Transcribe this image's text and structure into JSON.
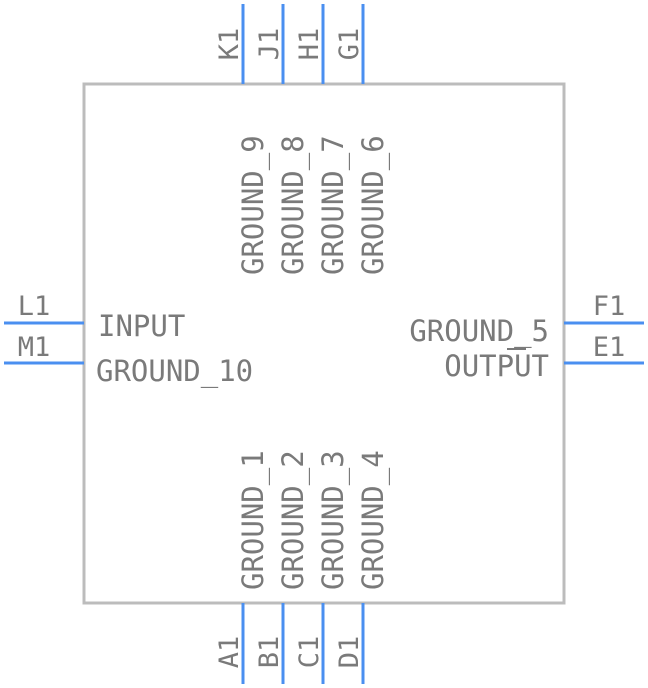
{
  "component": {
    "top_pins": [
      {
        "number": "K1",
        "name": "GROUND_9"
      },
      {
        "number": "J1",
        "name": "GROUND_8"
      },
      {
        "number": "H1",
        "name": "GROUND_7"
      },
      {
        "number": "G1",
        "name": "GROUND_6"
      }
    ],
    "bottom_pins": [
      {
        "number": "A1",
        "name": "GROUND_1"
      },
      {
        "number": "B1",
        "name": "GROUND_2"
      },
      {
        "number": "C1",
        "name": "GROUND_3"
      },
      {
        "number": "D1",
        "name": "GROUND_4"
      }
    ],
    "left_pins": [
      {
        "number": "L1",
        "name": "INPUT"
      },
      {
        "number": "M1",
        "name": "GROUND_10"
      }
    ],
    "right_pins": [
      {
        "number": "F1",
        "name": "GROUND_5"
      },
      {
        "number": "E1",
        "name": "OUTPUT"
      }
    ],
    "colors": {
      "pin": "#4a8ff0",
      "outline": "#bcbcbc",
      "text": "#7a7a7a"
    }
  }
}
